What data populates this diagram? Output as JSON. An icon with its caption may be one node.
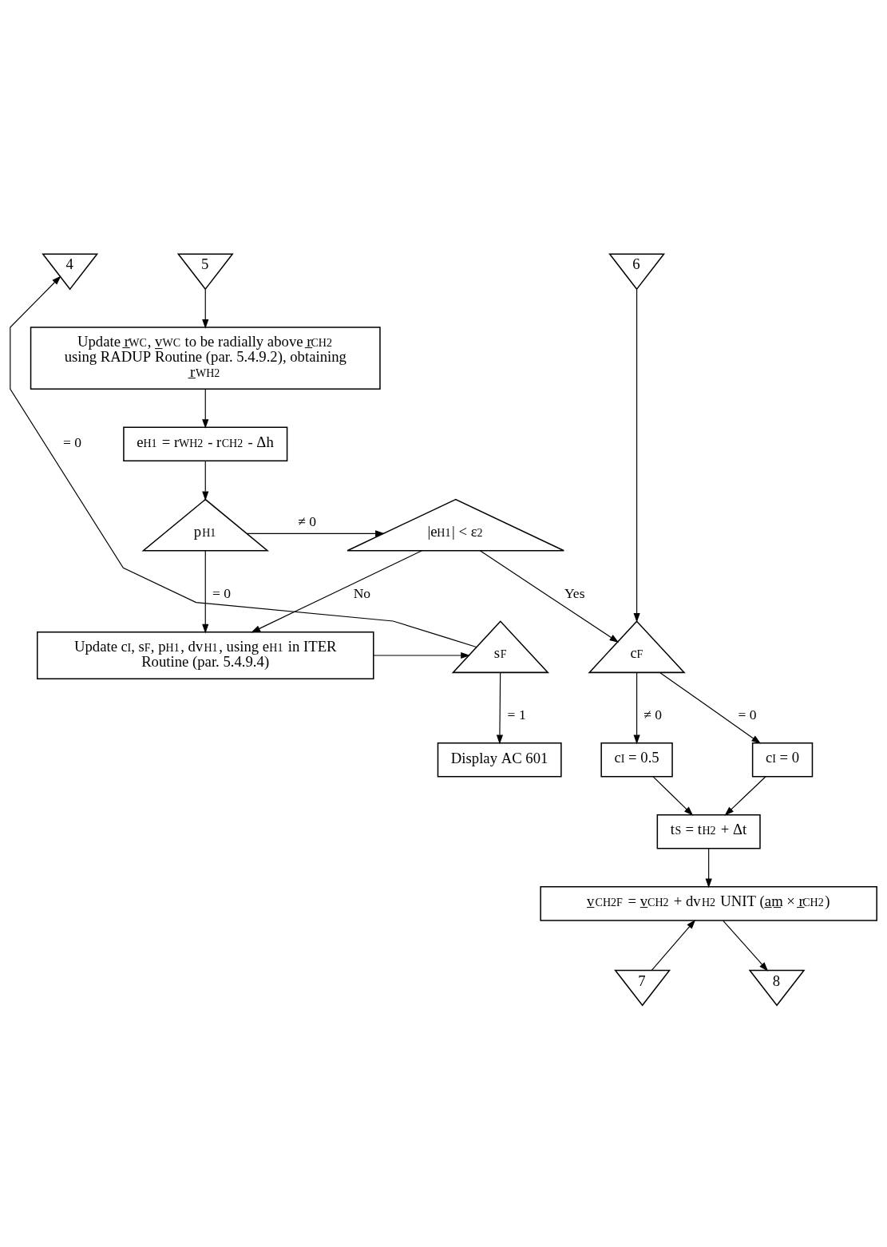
{
  "diagram": {
    "nodes": [
      {
        "text": [
          "4"
        ]
      },
      {
        "text": [
          "5"
        ]
      },
      {
        "text": [
          "6"
        ]
      },
      {
        "text": [
          "Update r̲$_{WC}$, v̲$_{WC}$ to be radially above r̲$_{CH2}$ using RADUP Routine (par. 5.4.9.2), obtaining r̲$_{WH2}$"
        ]
      },
      {
        "text": [
          "e$_{H1}$ = r$_{WH2}$ - r$_{CH2}$ - Δh"
        ]
      },
      {
        "text": [
          "p$_{H1}$"
        ]
      },
      {
        "text": [
          "|e$_{H1}$| < ε$_{2}$"
        ]
      },
      {
        "text": [
          "Update c$_{I}$, s$_{F}$, p$_{H1}$, dv$_{H1}$, using e$_{H1}$ in ITER Routine (par. 5.4.9.4)"
        ]
      },
      {
        "text": [
          "s$_{F}$"
        ]
      },
      {
        "text": [
          "Display AC 601"
        ]
      },
      {
        "text": [
          "c$_{F}$"
        ]
      },
      {
        "text": [
          "c$_{I}$ = 0.5"
        ]
      },
      {
        "text": [
          "c$_{I}$ = 0"
        ]
      },
      {
        "text": [
          "t$_{S}$ = t$_{H2}$ + Δt"
        ]
      },
      {
        "text": [
          "v̲$_{CH2F}$ = v̲$_{CH2}$ + dv$_{H2}$ UNIT (a̲m̲ × r̲$_{CH2}$)"
        ]
      },
      {
        "text": [
          "7"
        ]
      },
      {
        "text": [
          "8"
        ]
      }
    ],
    "edges": [
      {
        "from": 1,
        "to": 3,
        "arrow": "to"
      },
      {
        "from": 3,
        "to": 4,
        "arrow": "to"
      },
      {
        "from": 4,
        "to": 5,
        "arrow": "to"
      },
      {
        "from": 5,
        "to": 6,
        "label": "≠ 0",
        "arrow": "to"
      },
      {
        "from": 5,
        "to": 7,
        "label": "= 0",
        "arrow": "to"
      },
      {
        "from": 6,
        "to": 7,
        "label": "No",
        "arrow": "to"
      },
      {
        "from": 6,
        "to": 10,
        "label": "Yes",
        "arrow": "to"
      },
      {
        "from": 2,
        "to": 10,
        "arrow": "to"
      },
      {
        "from": 7,
        "to": 8,
        "arrow": "to"
      },
      {
        "from": 8,
        "to": 0,
        "label": "= 0",
        "arrow": "to"
      },
      {
        "from": 8,
        "to": 9,
        "label": "= 1",
        "arrow": "to"
      },
      {
        "from": 10,
        "to": 11,
        "label": "≠ 0",
        "arrow": "to"
      },
      {
        "from": 10,
        "to": 12,
        "label": "= 0",
        "arrow": "to"
      },
      {
        "from": 11,
        "to": 13,
        "arrow": "to"
      },
      {
        "from": 12,
        "to": 13,
        "arrow": "to"
      },
      {
        "from": 13,
        "to": 14,
        "arrow": "to"
      },
      {
        "from": 15,
        "to": 14,
        "arrow": "to"
      },
      {
        "from": 14,
        "to": 16,
        "arrow": "to"
      }
    ]
  }
}
